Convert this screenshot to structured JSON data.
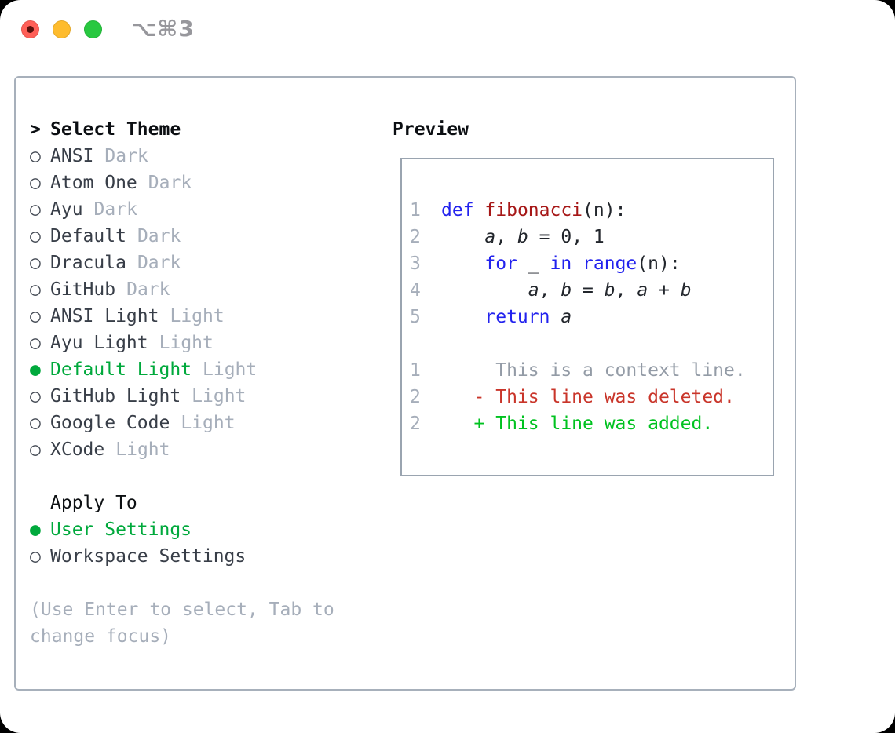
{
  "window": {
    "title": "⌥⌘3",
    "traffic_lights": [
      {
        "name": "close-button",
        "color": "#ff5f57",
        "has_inner_dot": true
      },
      {
        "name": "minimize-button",
        "color": "#febc2e",
        "has_inner_dot": false
      },
      {
        "name": "zoom-button",
        "color": "#28c840",
        "has_inner_dot": false
      }
    ]
  },
  "theme_list": {
    "header": {
      "marker": ">",
      "label": "Select Theme"
    },
    "unselected_marker": "○",
    "selected_marker": "●",
    "items": [
      {
        "name": "ANSI",
        "variant": "Dark",
        "selected": false
      },
      {
        "name": "Atom One",
        "variant": "Dark",
        "selected": false
      },
      {
        "name": "Ayu",
        "variant": "Dark",
        "selected": false
      },
      {
        "name": "Default",
        "variant": "Dark",
        "selected": false
      },
      {
        "name": "Dracula",
        "variant": "Dark",
        "selected": false
      },
      {
        "name": "GitHub",
        "variant": "Dark",
        "selected": false
      },
      {
        "name": "ANSI Light",
        "variant": "Light",
        "selected": false
      },
      {
        "name": "Ayu Light",
        "variant": "Light",
        "selected": false
      },
      {
        "name": "Default Light",
        "variant": "Light",
        "selected": true
      },
      {
        "name": "GitHub Light",
        "variant": "Light",
        "selected": false
      },
      {
        "name": "Google Code",
        "variant": "Light",
        "selected": false
      },
      {
        "name": "XCode",
        "variant": "Light",
        "selected": false
      }
    ]
  },
  "apply_to": {
    "header": "Apply To",
    "options": [
      {
        "label": "User Settings",
        "selected": true
      },
      {
        "label": "Workspace Settings",
        "selected": false
      }
    ]
  },
  "help_text": "(Use Enter to select, Tab to change focus)",
  "preview": {
    "header": "Preview",
    "code_lines": [
      {
        "number": "1",
        "segments": [
          {
            "t": "def",
            "c": "kw"
          },
          {
            "t": " ",
            "c": "plain"
          },
          {
            "t": "fibonacci",
            "c": "fn"
          },
          {
            "t": "(n):",
            "c": "plain"
          }
        ]
      },
      {
        "number": "2",
        "segments": [
          {
            "t": "    ",
            "c": "plain"
          },
          {
            "t": "a",
            "c": "var"
          },
          {
            "t": ", ",
            "c": "plain"
          },
          {
            "t": "b",
            "c": "var"
          },
          {
            "t": " = 0, 1",
            "c": "plain"
          }
        ]
      },
      {
        "number": "3",
        "segments": [
          {
            "t": "    ",
            "c": "plain"
          },
          {
            "t": "for",
            "c": "kw"
          },
          {
            "t": " _ ",
            "c": "plain"
          },
          {
            "t": "in",
            "c": "kw"
          },
          {
            "t": " ",
            "c": "plain"
          },
          {
            "t": "range",
            "c": "kw"
          },
          {
            "t": "(n):",
            "c": "plain"
          }
        ]
      },
      {
        "number": "4",
        "segments": [
          {
            "t": "        ",
            "c": "plain"
          },
          {
            "t": "a",
            "c": "var"
          },
          {
            "t": ", ",
            "c": "plain"
          },
          {
            "t": "b",
            "c": "var"
          },
          {
            "t": " = ",
            "c": "plain"
          },
          {
            "t": "b",
            "c": "var"
          },
          {
            "t": ", ",
            "c": "plain"
          },
          {
            "t": "a",
            "c": "var"
          },
          {
            "t": " + ",
            "c": "plain"
          },
          {
            "t": "b",
            "c": "var"
          }
        ]
      },
      {
        "number": "5",
        "segments": [
          {
            "t": "    ",
            "c": "plain"
          },
          {
            "t": "return",
            "c": "kw"
          },
          {
            "t": " ",
            "c": "plain"
          },
          {
            "t": "a",
            "c": "var"
          }
        ]
      }
    ],
    "diff_lines": [
      {
        "number": "1",
        "segments": [
          {
            "t": "     This is a context line.",
            "c": "ctx"
          }
        ]
      },
      {
        "number": "2",
        "segments": [
          {
            "t": "   - This line was deleted.",
            "c": "del"
          }
        ]
      },
      {
        "number": "2",
        "segments": [
          {
            "t": "   + This line was added.",
            "c": "add"
          }
        ]
      }
    ]
  },
  "colors": {
    "accent_green": "#00a93c",
    "added_green": "#00c220",
    "deleted_red": "#c9352a",
    "keyword_blue": "#2222ee",
    "function_red": "#a61717",
    "muted_gray": "#a6aeba",
    "text_dark": "#383e48",
    "border_gray": "#a7b0bb"
  }
}
